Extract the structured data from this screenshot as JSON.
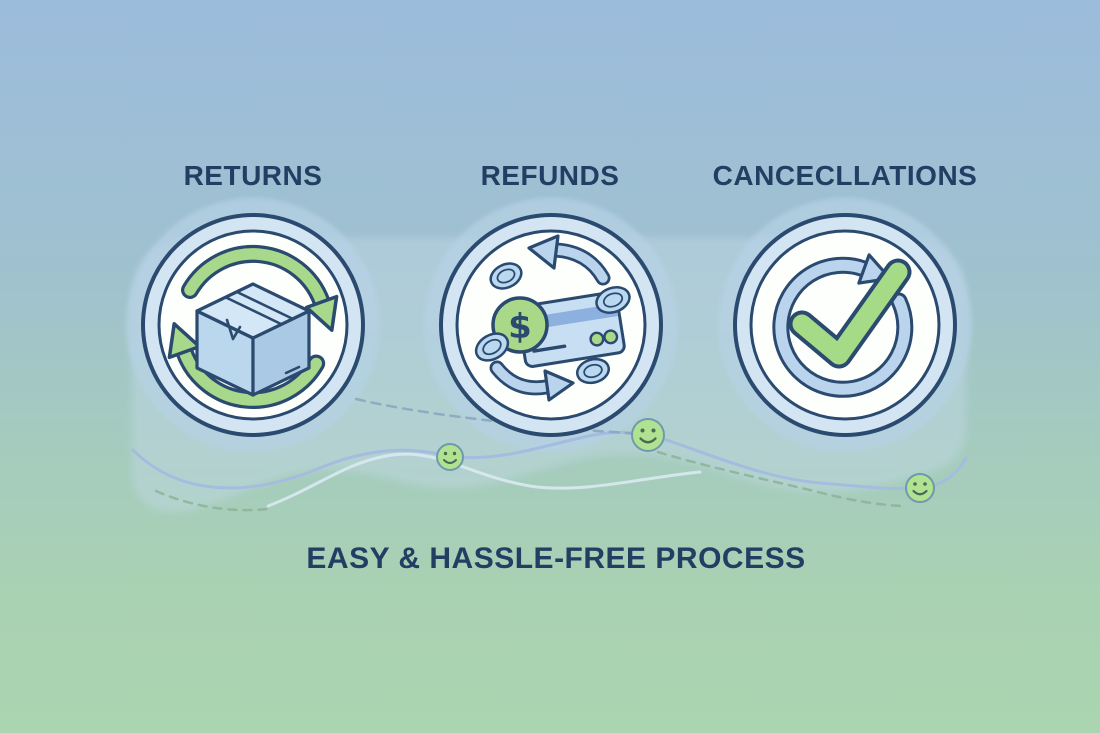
{
  "illustration": {
    "items": [
      {
        "label": "RETURNS",
        "icon": "package-return-icon"
      },
      {
        "label": "REFUNDS",
        "icon": "refund-payment-icon"
      },
      {
        "label": "CANCECLLATIONS",
        "icon": "cancellation-check-icon"
      }
    ],
    "tagline": "EASY & HASSLE-FREE PROCESS",
    "currency_symbol": "$"
  },
  "palette": {
    "background_top": "#9cbcdc",
    "background_bottom": "#abd4b0",
    "text_navy": "#223e63",
    "outline_navy": "#2b4a70",
    "accent_green": "#a7d88b",
    "accent_blue": "#b9d4ec",
    "halo_blue": "#b5d1e5",
    "badge_ring_blue": "#d3e5f3",
    "badge_white": "#fdfffd",
    "smiley_green": "#b0e292",
    "wave_periwinkle": "#a4bbe2",
    "wave_pale": "#dcebf4",
    "dashed_blue_gray": "#8aa6c0",
    "dashed_green": "#8fb49a"
  }
}
